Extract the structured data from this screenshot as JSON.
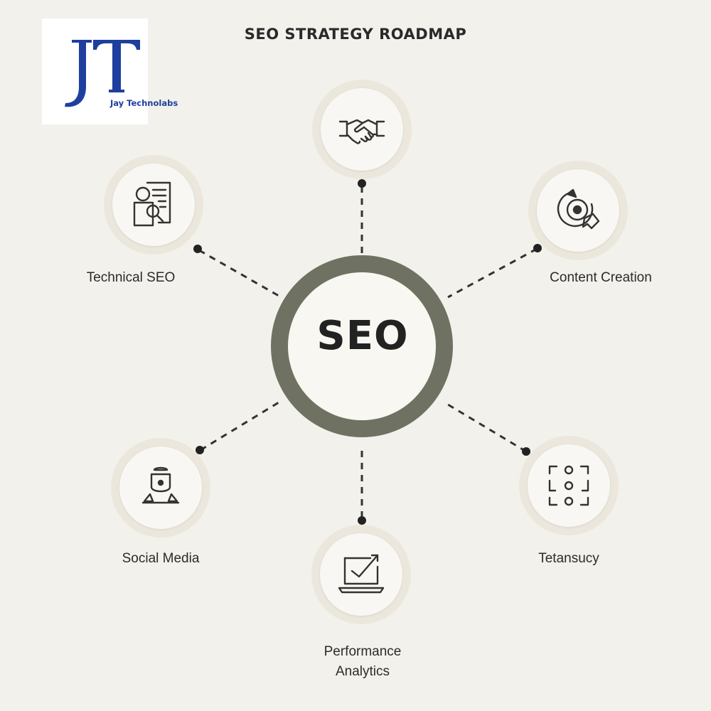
{
  "logo": {
    "monogram": "JT",
    "company": "Jay Technolabs"
  },
  "title": "SEO STRATEGY ROADMAP",
  "hub": {
    "label": "SEO"
  },
  "nodes": [
    {
      "icon": "handshake-icon",
      "label": ""
    },
    {
      "icon": "technical-document-search-icon",
      "label": "Technical SEO"
    },
    {
      "icon": "target-icon",
      "label": "Content Creation"
    },
    {
      "icon": "social-user-icon",
      "label": "Social Media"
    },
    {
      "icon": "scan-focus-icon",
      "label": "Tetansucy"
    },
    {
      "icon": "monitor-analytics-icon",
      "label": "Performance\nAnalytics"
    }
  ],
  "colors": {
    "background": "#f2f1ec",
    "hub_ring": "#6f7262",
    "node_ring": "#ebe7dc",
    "connector": "#333333",
    "logo_blue": "#1f3f9f"
  }
}
